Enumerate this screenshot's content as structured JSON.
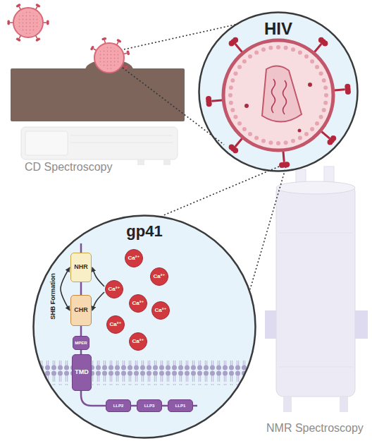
{
  "diagram": {
    "nodes": [
      {
        "text": [
          "HIV"
        ]
      },
      {
        "text": [
          "gp41"
        ]
      },
      {
        "text": [
          "NHR"
        ],
        "in": 1
      },
      {
        "text": [
          "CHR"
        ],
        "in": 1
      },
      {
        "text": [
          "MPER"
        ],
        "in": 1
      },
      {
        "text": [
          "TMD"
        ],
        "in": 1
      },
      {
        "text": [
          "LLP2"
        ],
        "in": 1
      },
      {
        "text": [
          "LLP3"
        ],
        "in": 1
      },
      {
        "text": [
          "LLP1"
        ],
        "in": 1
      },
      {
        "text": [
          "Ca²⁺"
        ],
        "in": 1
      },
      {
        "text": [
          "Ca²⁺"
        ],
        "in": 1
      },
      {
        "text": [
          "Ca²⁺"
        ],
        "in": 1
      },
      {
        "text": [
          "Ca²⁺"
        ],
        "in": 1
      },
      {
        "text": [
          "Ca²⁺"
        ],
        "in": 1
      },
      {
        "text": [
          "Ca²⁺"
        ],
        "in": 1
      },
      {
        "text": [
          "Ca²⁺"
        ],
        "in": 1
      }
    ],
    "edges": [
      {
        "from": 11,
        "to": 2,
        "arrow": "to"
      },
      {
        "from": 11,
        "to": 3,
        "arrow": "to"
      },
      {
        "from": 2,
        "to": 3,
        "arrow": "both"
      }
    ],
    "labels": [
      "CD Spectroscopy",
      "NMR Spectroscopy",
      "SHB Formation"
    ]
  }
}
